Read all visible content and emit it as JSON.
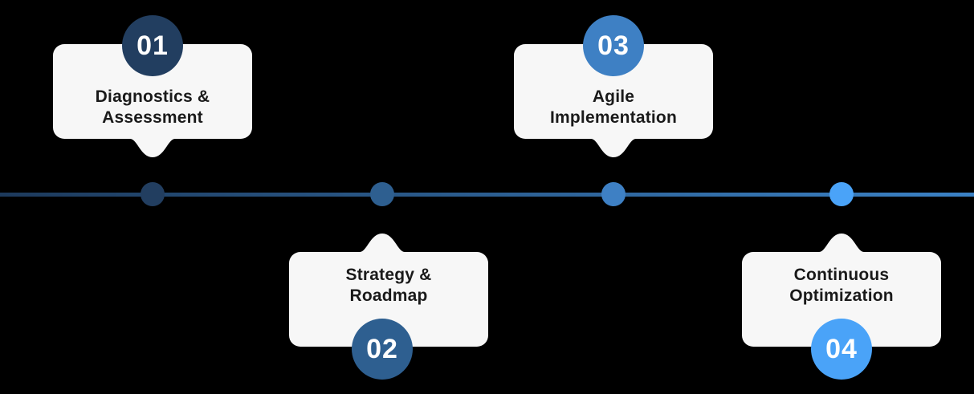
{
  "timeline": {
    "background_color": "#000000",
    "card_bg": "#f7f7f7",
    "label_color": "#1a1a1a",
    "line_gradient_start": "#1d3a5c",
    "line_gradient_end": "#3b82c6",
    "steps": [
      {
        "number": "01",
        "lines": [
          "Diagnostics &",
          "Assessment"
        ],
        "position": "above",
        "color": "#223e60"
      },
      {
        "number": "02",
        "lines": [
          "Strategy &",
          "Roadmap"
        ],
        "position": "below",
        "color": "#2e5f90"
      },
      {
        "number": "03",
        "lines": [
          "Agile",
          "Implementation"
        ],
        "position": "above",
        "color": "#3e80c4"
      },
      {
        "number": "04",
        "lines": [
          "Continuous",
          "Optimization"
        ],
        "position": "below",
        "color": "#4aa3f8"
      }
    ]
  }
}
